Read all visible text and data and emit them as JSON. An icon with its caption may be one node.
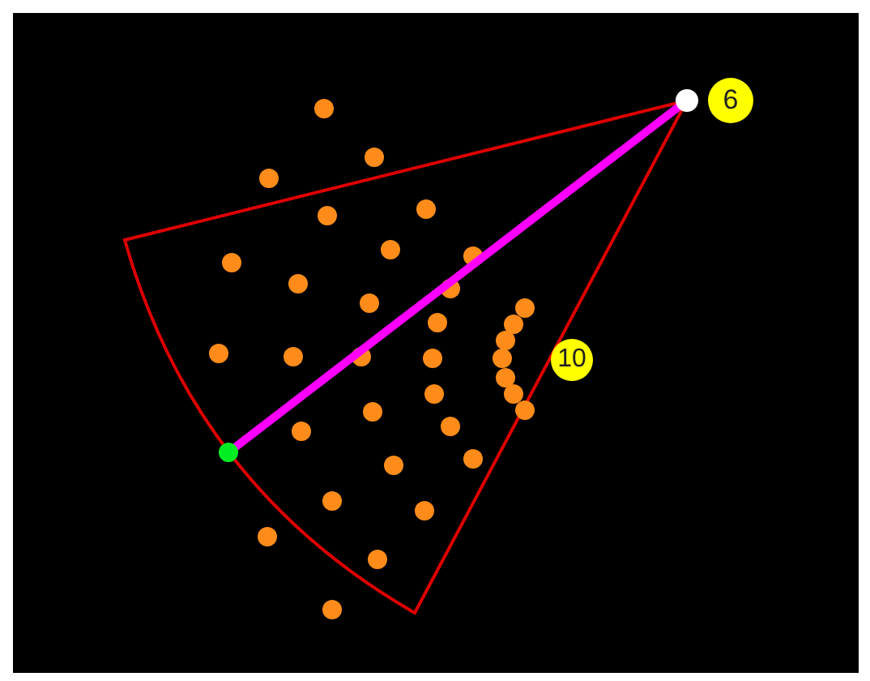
{
  "diagram": {
    "nodes": [
      {
        "text": [
          "6"
        ]
      },
      {
        "text": [
          "10"
        ]
      },
      {
        "text": [],
        "shape": "circle"
      },
      {
        "text": [],
        "shape": "circle"
      }
    ],
    "edges": [
      {
        "from": 2,
        "to": 3,
        "arrow": "none"
      }
    ]
  }
}
